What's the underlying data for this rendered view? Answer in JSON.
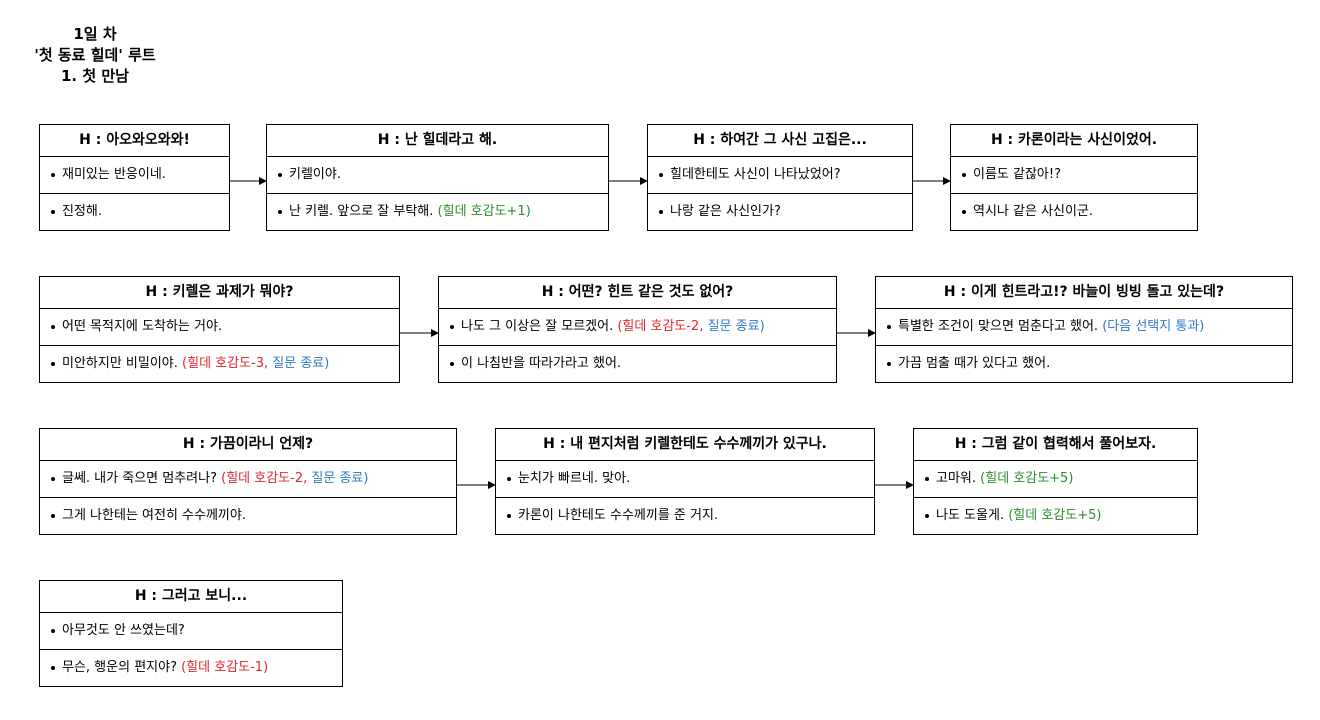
{
  "title": {
    "day": "1일 차",
    "route": "'첫 동료 힐데' 루트",
    "chapter": "1. 첫 만남"
  },
  "rows": [
    [
      {
        "header": "H : 아오와오와와!",
        "options": [
          {
            "text": "재미있는 반응이네.",
            "a": "",
            "b": "",
            "c": ""
          },
          {
            "text": "진정해.",
            "a": "",
            "b": "",
            "c": ""
          }
        ]
      },
      {
        "header": "H : 난 힐데라고 해.",
        "options": [
          {
            "text": "키렐이야.",
            "a": "",
            "b": "",
            "c": ""
          },
          {
            "text": "난 키렐. 앞으로 잘 부탁해. ",
            "a": "(힐데 호감도+1)",
            "b": "",
            "c": ""
          }
        ]
      },
      {
        "header": "H : 하여간 그 사신 고집은...",
        "options": [
          {
            "text": "힐데한테도 사신이 나타났었어?",
            "a": "",
            "b": "",
            "c": ""
          },
          {
            "text": "나랑 같은 사신인가?",
            "a": "",
            "b": "",
            "c": ""
          }
        ]
      },
      {
        "header": "H : 카론이라는 사신이었어.",
        "options": [
          {
            "text": "이름도 같잖아!?",
            "a": "",
            "b": "",
            "c": ""
          },
          {
            "text": "역시나 같은 사신이군.",
            "a": "",
            "b": "",
            "c": ""
          }
        ]
      }
    ],
    [
      {
        "header": "H : 키렐은 과제가 뭐야?",
        "options": [
          {
            "text": "어떤 목적지에 도착하는 거야.",
            "a": "",
            "b": "",
            "c": ""
          },
          {
            "text": "미안하지만 비밀이야. ",
            "a": "",
            "b": "(힐데 호감도-3, ",
            "c": "질문 종료)"
          }
        ]
      },
      {
        "header": "H : 어떤? 힌트 같은 것도 없어?",
        "options": [
          {
            "text": "나도 그 이상은 잘 모르겠어. ",
            "a": "",
            "b": "(힐데 호감도-2, ",
            "c": "질문 종료)"
          },
          {
            "text": "이 나침반을 따라가라고 했어.",
            "a": "",
            "b": "",
            "c": ""
          }
        ]
      },
      {
        "header": "H : 이게 힌트라고!? 바늘이 빙빙 돌고 있는데?",
        "options": [
          {
            "text": "특별한 조건이 맞으면 멈춘다고 했어. ",
            "a": "",
            "b": "",
            "c": "(다음 선택지 통과)"
          },
          {
            "text": "가끔 멈출 때가 있다고 했어.",
            "a": "",
            "b": "",
            "c": ""
          }
        ]
      }
    ],
    [
      {
        "header": "H : 가끔이라니 언제?",
        "options": [
          {
            "text": "글쎄. 내가 죽으면 멈추려나? ",
            "a": "",
            "b": "(힐데 호감도-2, ",
            "c": "질문 종료)"
          },
          {
            "text": "그게 나한테는 여전히 수수께끼야.",
            "a": "",
            "b": "",
            "c": ""
          }
        ]
      },
      {
        "header": "H : 내 편지처럼 키렐한테도 수수께끼가 있구나.",
        "options": [
          {
            "text": "눈치가 빠르네. 맞아.",
            "a": "",
            "b": "",
            "c": ""
          },
          {
            "text": "카론이 나한테도 수수께끼를 준 거지.",
            "a": "",
            "b": "",
            "c": ""
          }
        ]
      },
      {
        "header": "H : 그럼 같이 협력해서 풀어보자.",
        "options": [
          {
            "text": "고마워. ",
            "a": "(힐데 호감도+5)",
            "b": "",
            "c": ""
          },
          {
            "text": "나도 도울게. ",
            "a": "(힐데 호감도+5)",
            "b": "",
            "c": ""
          }
        ]
      }
    ],
    [
      {
        "header": "H : 그러고 보니...",
        "options": [
          {
            "text": "아무것도 안 쓰였는데?",
            "a": "",
            "b": "",
            "c": ""
          },
          {
            "text": "무슨, 행운의 편지야? ",
            "a": "",
            "b": "(힐데 호감도-1)",
            "c": ""
          }
        ]
      }
    ]
  ]
}
